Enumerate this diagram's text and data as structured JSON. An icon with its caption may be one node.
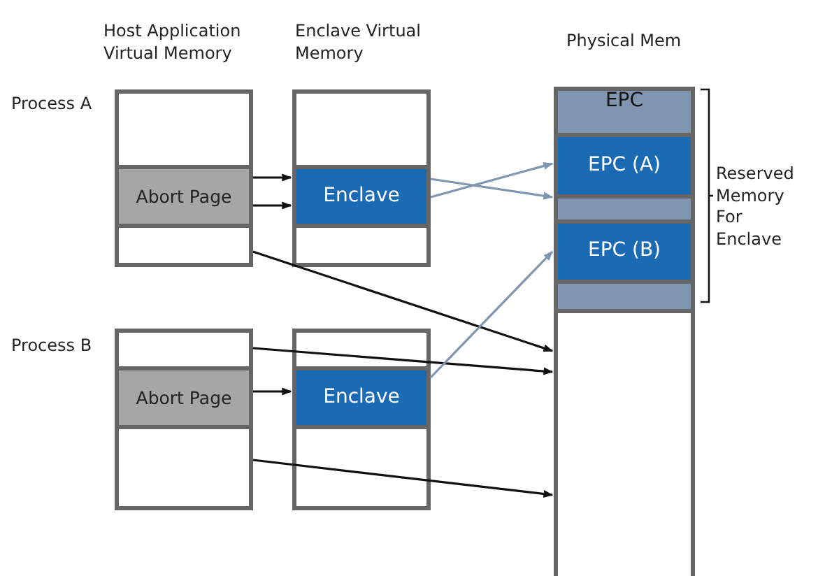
{
  "diagram": {
    "nodes": [
      {
        "text": [],
        "shape": "box"
      },
      {
        "text": [
          "Abort Page"
        ],
        "in": 0
      },
      {
        "text": [],
        "shape": "box"
      },
      {
        "text": [
          "Enclave"
        ],
        "in": 2
      },
      {
        "text": [],
        "shape": "box"
      },
      {
        "text": [
          "Abort Page"
        ],
        "in": 4
      },
      {
        "text": [],
        "shape": "box"
      },
      {
        "text": [
          "Enclave"
        ],
        "in": 6
      },
      {
        "text": [],
        "shape": "box"
      },
      {
        "text": [
          "EPC"
        ],
        "in": 8
      },
      {
        "text": [
          "EPC (A)"
        ],
        "in": 8
      },
      {
        "text": [],
        "shape": "box",
        "in": 8
      },
      {
        "text": [
          "EPC (B)"
        ],
        "in": 8
      },
      {
        "text": [],
        "shape": "box",
        "in": 8
      }
    ],
    "edges": [
      {
        "from": 1,
        "to": 3,
        "arrow": "to"
      },
      {
        "from": 1,
        "to": 3,
        "arrow": "to"
      },
      {
        "from": 3,
        "to": 10,
        "arrow": "to",
        "color": "#8096b0"
      },
      {
        "from": 3,
        "to": 11,
        "arrow": "to",
        "color": "#8096b0"
      },
      {
        "from": 0,
        "to": 8,
        "arrow": "to"
      },
      {
        "from": 4,
        "to": 8,
        "arrow": "to"
      },
      {
        "from": 5,
        "to": 7,
        "arrow": "to"
      },
      {
        "from": 7,
        "to": 12,
        "arrow": "to",
        "color": "#8096b0"
      },
      {
        "from": 4,
        "to": 8,
        "arrow": "to"
      }
    ],
    "labels": [
      "Host Application Virtual Memory",
      "Enclave Virtual Memory",
      "Physical Mem",
      "Process A",
      "Reserved Memory For Enclave",
      "Process B"
    ]
  }
}
